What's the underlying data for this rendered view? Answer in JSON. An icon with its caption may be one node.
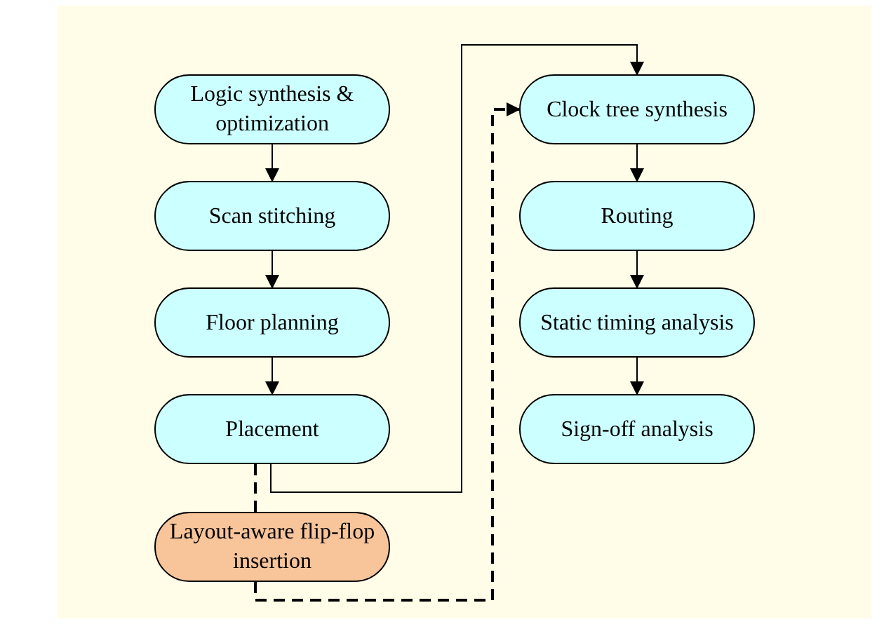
{
  "diagram": {
    "nodes": [
      {
        "text": [
          "Logic synthesis & optimization"
        ]
      },
      {
        "text": [
          "Scan stitching"
        ]
      },
      {
        "text": [
          "Floor planning"
        ]
      },
      {
        "text": [
          "Placement"
        ]
      },
      {
        "text": [
          "Layout-aware flip-flop insertion"
        ]
      },
      {
        "text": [
          "Clock tree synthesis"
        ]
      },
      {
        "text": [
          "Routing"
        ]
      },
      {
        "text": [
          "Static timing analysis"
        ]
      },
      {
        "text": [
          "Sign-off analysis"
        ]
      }
    ],
    "edges": [
      {
        "from": 0,
        "to": 1,
        "arrow": "to"
      },
      {
        "from": 1,
        "to": 2,
        "arrow": "to"
      },
      {
        "from": 2,
        "to": 3,
        "arrow": "to"
      },
      {
        "from": 3,
        "to": 5,
        "arrow": "to"
      },
      {
        "from": 3,
        "to": 4,
        "arrow": "none",
        "style": "dashed"
      },
      {
        "from": 4,
        "to": 5,
        "arrow": "to",
        "style": "dashed"
      },
      {
        "from": 5,
        "to": 6,
        "arrow": "to"
      },
      {
        "from": 6,
        "to": 7,
        "arrow": "to"
      },
      {
        "from": 7,
        "to": 8,
        "arrow": "to"
      }
    ]
  }
}
